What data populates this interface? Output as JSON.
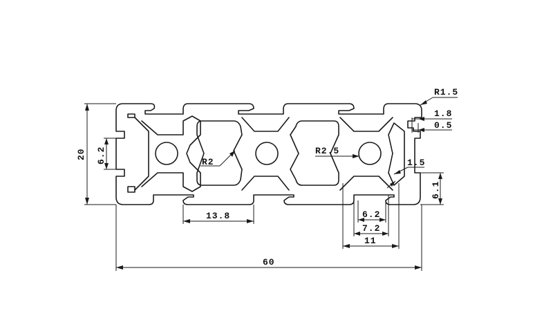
{
  "dimensions": {
    "height": "20",
    "inner_slot_left": "6.2",
    "slot_opening": "13.8",
    "slot_inner_width": "6.2",
    "slot_width": "7.2",
    "slot_outer_width": "11",
    "total_width": "60",
    "right_slot_depth": "6.1",
    "lip_thickness_right": "1.5",
    "groove_depth": "1.8",
    "groove_offset": "0.5",
    "corner_radius": "R1.5",
    "cavity_radius_left": "R2",
    "cavity_radius_right": "R2.5"
  }
}
